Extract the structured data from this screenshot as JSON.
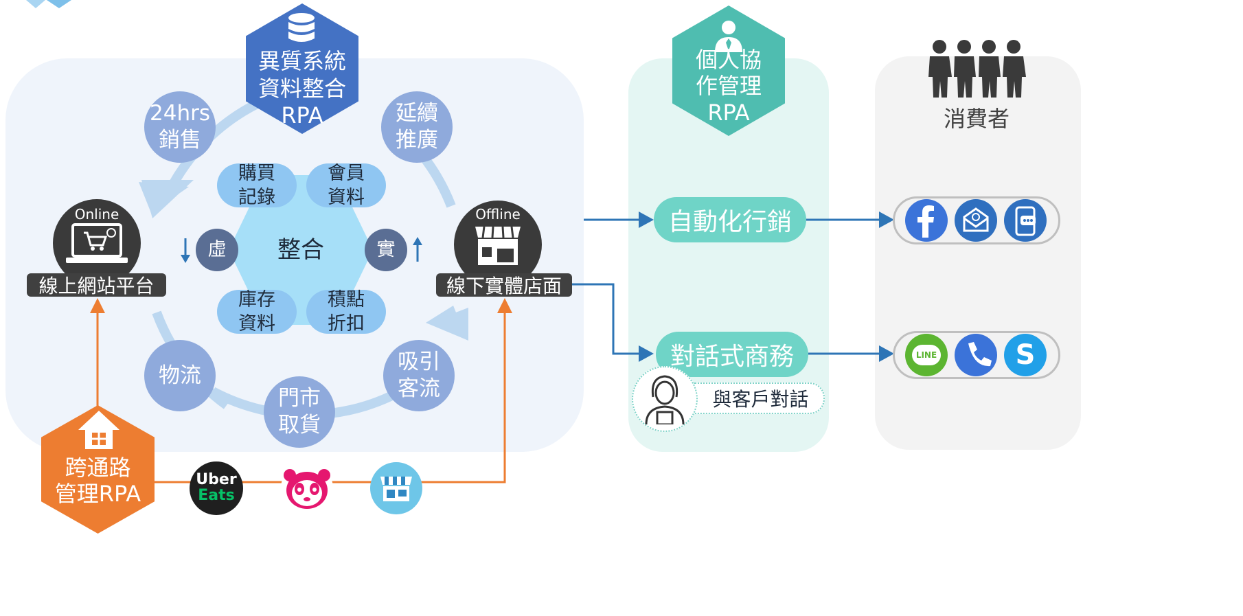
{
  "center_label": "整合",
  "virtual_label": "虛",
  "real_label": "實",
  "outer_items": {
    "sales24": "24hrs\n銷售",
    "promotion": "延續\n推廣",
    "logistics": "物流",
    "pickup": "門市\n取貨",
    "attract": "吸引\n客流"
  },
  "inner_items": {
    "purchase": "購買\n記錄",
    "member": "會員\n資料",
    "inventory": "庫存\n資料",
    "points": "積點\n折扣"
  },
  "hex_blue": "異質系統\n資料整合\nRPA",
  "hex_teal": "個人協\n作管理\nRPA",
  "hex_orange": "跨通路\n管理RPA",
  "online": {
    "tag": "Online",
    "label": "線上網站平台"
  },
  "offline": {
    "tag": "Offline",
    "label": "線下實體店面"
  },
  "automation_label": "自動化行銷",
  "conversation_label": "對話式商務",
  "customer_talk_label": "與客戶對話",
  "consumer_label": "消費者",
  "uber_eats": {
    "line1": "Uber",
    "line2": "Eats"
  },
  "line_app": "LINE",
  "skype_letter": "S",
  "colors": {
    "blue_hex": "#4472c4",
    "teal_hex": "#4fbdb0",
    "orange_hex": "#ed7d31",
    "outer_circle": "#8faadc",
    "arrow_blue": "#2e75b6",
    "arrow_orange": "#ed7d31"
  },
  "icons": [
    "database-icon",
    "person-icon",
    "store-icon",
    "laptop-cart-icon",
    "shop-icon",
    "people-icon",
    "facebook-icon",
    "email-icon",
    "chat-phone-icon",
    "line-icon",
    "phone-icon",
    "skype-icon",
    "ubereats-icon",
    "foodpanda-icon",
    "market-icon",
    "agent-icon"
  ]
}
